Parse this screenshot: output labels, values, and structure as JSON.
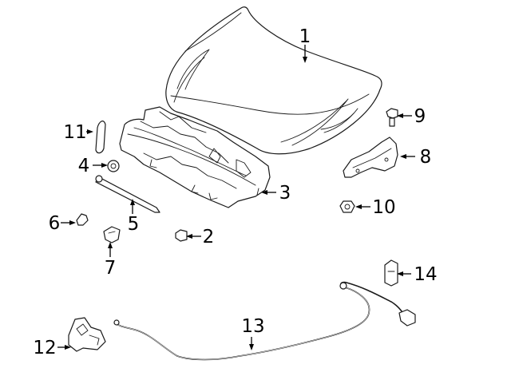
{
  "diagram": {
    "callouts": [
      {
        "id": "c1",
        "label": "1"
      },
      {
        "id": "c2",
        "label": "2"
      },
      {
        "id": "c3",
        "label": "3"
      },
      {
        "id": "c4",
        "label": "4"
      },
      {
        "id": "c5",
        "label": "5"
      },
      {
        "id": "c6",
        "label": "6"
      },
      {
        "id": "c7",
        "label": "7"
      },
      {
        "id": "c8",
        "label": "8"
      },
      {
        "id": "c9",
        "label": "9"
      },
      {
        "id": "c10",
        "label": "10"
      },
      {
        "id": "c11",
        "label": "11"
      },
      {
        "id": "c12",
        "label": "12"
      },
      {
        "id": "c13",
        "label": "13"
      },
      {
        "id": "c14",
        "label": "14"
      }
    ]
  }
}
